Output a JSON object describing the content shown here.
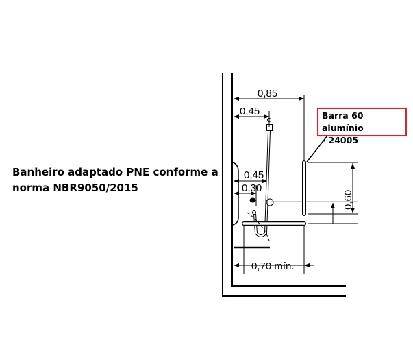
{
  "caption": {
    "line1": "Banheiro adaptado PNE conforme a",
    "line2": "norma NBR9050/2015"
  },
  "callout": {
    "line1": "Barra 60 alumínio",
    "line2": "- 24005",
    "border_color": "#e0202a"
  },
  "dimensions": {
    "d085": "0,85",
    "d045_top": "0,45",
    "d045_mid": "0,45",
    "d030": "0,30",
    "d060": "0,60",
    "d070": "0,70 mín."
  }
}
